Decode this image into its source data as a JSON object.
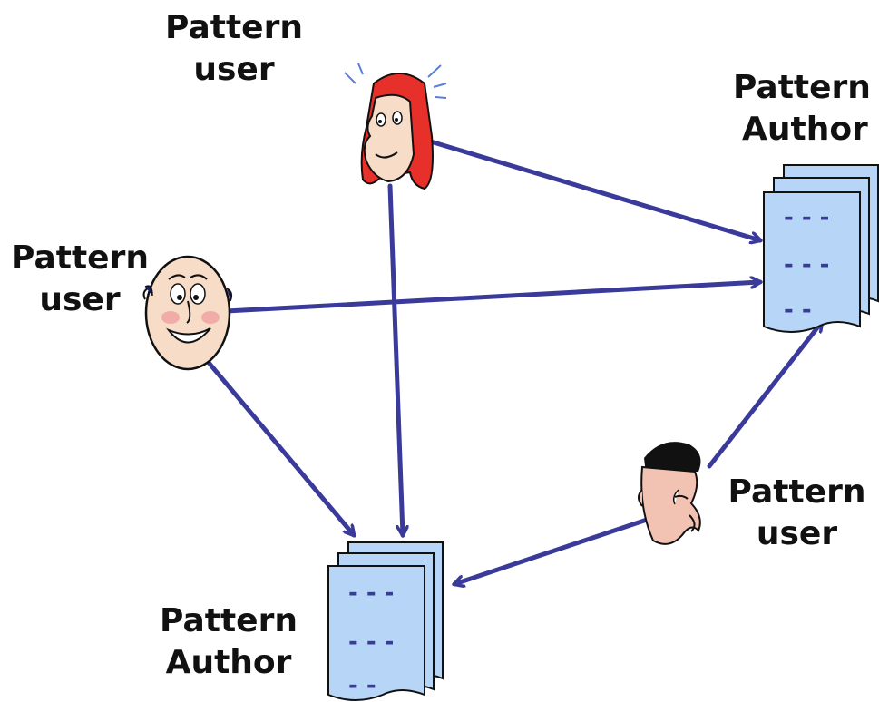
{
  "labels": {
    "user_top": [
      "Pattern",
      "user"
    ],
    "user_left": [
      "Pattern",
      "user"
    ],
    "user_right": [
      "Pattern",
      "user"
    ],
    "author_top": [
      "Pattern",
      "Author"
    ],
    "author_bottom": [
      "Pattern",
      "Author"
    ]
  },
  "document": {
    "dash_text": "- - -",
    "dash_text_short": "- -"
  },
  "colors": {
    "arrow": "#3a3a9a",
    "paper": "#b7d6f7",
    "paper_stroke": "#111111",
    "hair_red": "#e8302a",
    "skin": "#f7dcc8"
  },
  "icons": [
    "woman-face-icon",
    "bald-man-face-icon",
    "man-face-icon",
    "document-stack-icon"
  ]
}
